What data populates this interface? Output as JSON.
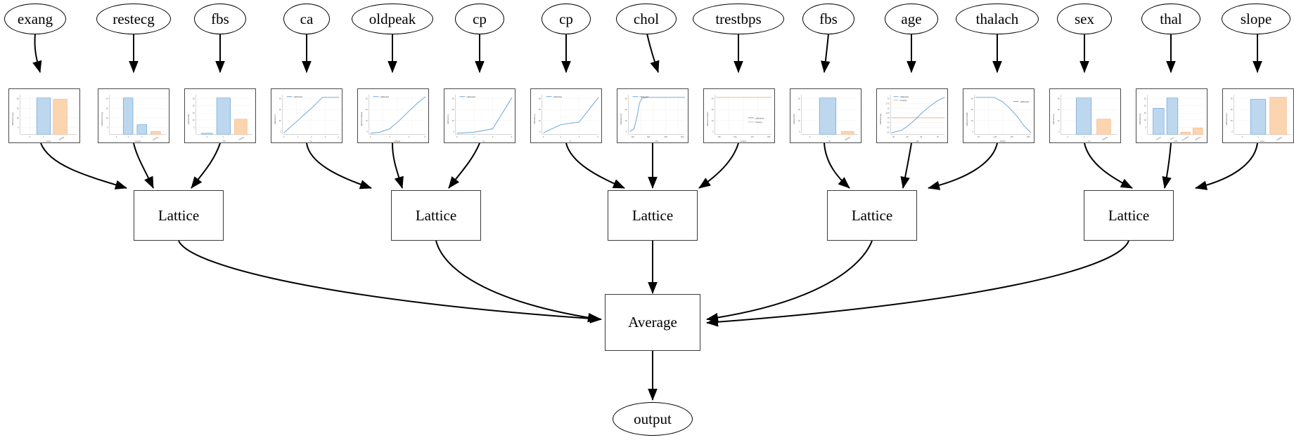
{
  "diagram": {
    "type": "calibrated-lattice-ensemble",
    "engine_style": "graphviz",
    "output_node": "output",
    "aggregator_label": "Average",
    "lattice_label": "Lattice"
  },
  "features": [
    {
      "name": "exang"
    },
    {
      "name": "restecg"
    },
    {
      "name": "fbs"
    },
    {
      "name": "ca"
    },
    {
      "name": "oldpeak"
    },
    {
      "name": "cp"
    },
    {
      "name": "cp"
    },
    {
      "name": "chol"
    },
    {
      "name": "trestbps"
    },
    {
      "name": "fbs"
    },
    {
      "name": "age"
    },
    {
      "name": "thalach"
    },
    {
      "name": "sex"
    },
    {
      "name": "thal"
    },
    {
      "name": "slope"
    }
  ],
  "lattices": [
    {
      "label": "Lattice",
      "inputs": [
        "exang",
        "restecg",
        "fbs"
      ]
    },
    {
      "label": "Lattice",
      "inputs": [
        "ca",
        "oldpeak",
        "cp"
      ]
    },
    {
      "label": "Lattice",
      "inputs": [
        "cp",
        "chol",
        "trestbps"
      ]
    },
    {
      "label": "Lattice",
      "inputs": [
        "fbs",
        "age",
        "thalach"
      ]
    },
    {
      "label": "Lattice",
      "inputs": [
        "sex",
        "thal",
        "slope"
      ]
    }
  ],
  "average": {
    "label": "Average"
  },
  "output": {
    "label": "output"
  },
  "colors": {
    "calibrated": "#6aa6d6",
    "missing": "#f5b183",
    "bar_fill_blue": "#bdd7ee",
    "bar_fill_orange": "#fbd5b0",
    "node_border": "#000000",
    "box_border": "#3a3a3a",
    "edge": "#000000",
    "background": "#ffffff"
  },
  "legend": {
    "calibrated": "calibrated",
    "missing": "missing"
  },
  "chart_data": [
    {
      "type": "bar",
      "feature": "exang",
      "xlabel": "exang",
      "ylabel": "calibrated exang",
      "categories": [
        "0",
        "1",
        "missing"
      ],
      "values": [
        0,
        30,
        29
      ],
      "ylim": [
        0,
        32
      ],
      "yticks": [
        0,
        10,
        20,
        30
      ],
      "grid": true,
      "legend": "none",
      "colors": [
        "#bdd7ee",
        "#bdd7ee",
        "#fbd5b0"
      ]
    },
    {
      "type": "bar",
      "feature": "restecg",
      "xlabel": "restecg",
      "ylabel": "calibrated restecg",
      "categories": [
        "0",
        "1",
        "2",
        "missing"
      ],
      "values": [
        0,
        30,
        8,
        2
      ],
      "ylim": [
        0,
        32
      ],
      "yticks": [
        0,
        10,
        20,
        30
      ],
      "grid": true,
      "legend": "none",
      "colors": [
        "#bdd7ee",
        "#bdd7ee",
        "#bdd7ee",
        "#fbd5b0"
      ]
    },
    {
      "type": "bar",
      "feature": "fbs",
      "xlabel": "fbs",
      "ylabel": "calibrated fbs",
      "categories": [
        "0",
        "1",
        "missing"
      ],
      "values": [
        0.6,
        27,
        11
      ],
      "ylim": [
        0,
        28
      ],
      "yticks": [
        0,
        5,
        10,
        15,
        20,
        25
      ],
      "grid": true,
      "legend": "none",
      "colors": [
        "#bdd7ee",
        "#bdd7ee",
        "#fbd5b0"
      ]
    },
    {
      "type": "line",
      "feature": "ca",
      "xlabel": "ca",
      "ylabel": "calibrated ca",
      "x": [
        0,
        1,
        2,
        3,
        4
      ],
      "y": [
        0,
        8,
        17,
        30,
        30
      ],
      "xlim": [
        0,
        4
      ],
      "ylim": [
        0,
        32
      ],
      "yticks": [
        0,
        10,
        20,
        30
      ],
      "grid": true,
      "legend": [
        "calibrated"
      ],
      "legend_pos": "upper left"
    },
    {
      "type": "line",
      "feature": "oldpeak",
      "xlabel": "oldpeak",
      "ylabel": "calibrated oldpeak",
      "x": [
        0,
        1,
        2,
        3,
        4,
        5,
        6
      ],
      "y": [
        0,
        1,
        3,
        10,
        19,
        27,
        31
      ],
      "xlim": [
        0,
        6
      ],
      "ylim": [
        0,
        32
      ],
      "yticks": [
        0,
        10,
        20,
        30
      ],
      "grid": true,
      "legend": [
        "calibrated"
      ],
      "legend_pos": "upper left"
    },
    {
      "type": "line",
      "feature": "cp",
      "xlabel": "cp",
      "ylabel": "calibrated cp",
      "x": [
        0,
        1,
        2,
        3
      ],
      "y": [
        0,
        1,
        4,
        30
      ],
      "xlim": [
        0,
        3
      ],
      "ylim": [
        0,
        32
      ],
      "yticks": [
        0,
        10,
        20,
        30
      ],
      "grid": true,
      "legend": [
        "calibrated"
      ],
      "legend_pos": "upper left"
    },
    {
      "type": "line",
      "feature": "cp",
      "xlabel": "cp",
      "ylabel": "calibrated cp",
      "x": [
        0,
        1,
        2,
        3
      ],
      "y": [
        0,
        8,
        10,
        30
      ],
      "xlim": [
        0,
        3
      ],
      "ylim": [
        0,
        32
      ],
      "yticks": [
        0,
        10,
        20,
        30
      ],
      "grid": true,
      "legend": [
        "calibrated"
      ],
      "legend_pos": "upper left"
    },
    {
      "type": "line",
      "feature": "chol",
      "xlabel": "chol",
      "ylabel": "calibrated chol",
      "x": [
        100,
        150,
        200,
        250,
        300,
        400,
        500,
        600
      ],
      "y": [
        0,
        4,
        26,
        30,
        31,
        31,
        31,
        31
      ],
      "xlim": [
        100,
        600
      ],
      "ylim": [
        0,
        32
      ],
      "yticks": [
        0,
        10,
        20,
        30
      ],
      "grid": true,
      "legend": [
        "calibrated"
      ],
      "legend_pos": "upper left"
    },
    {
      "type": "line",
      "feature": "trestbps",
      "xlabel": "trestbps",
      "ylabel": "calibrated trestbps",
      "series": [
        {
          "name": "calibrated",
          "x": [
            90,
            120,
            150,
            180,
            200
          ],
          "y": [
            31,
            31,
            31,
            31,
            31
          ],
          "color": "#f5b183"
        },
        {
          "name": "missing",
          "x": [
            90,
            200
          ],
          "y": [
            31,
            31
          ],
          "color": "#f5b183"
        }
      ],
      "xlim": [
        90,
        200
      ],
      "ylim": [
        0,
        32
      ],
      "yticks": [
        0,
        10,
        20,
        30
      ],
      "grid": true,
      "legend": [
        "calibrated",
        "missing"
      ],
      "legend_pos": "center right"
    },
    {
      "type": "bar",
      "feature": "fbs",
      "xlabel": "fbs",
      "ylabel": "calibrated fbs",
      "categories": [
        "0",
        "1",
        "missing"
      ],
      "values": [
        0,
        30,
        1.5
      ],
      "ylim": [
        0,
        32
      ],
      "yticks": [
        0,
        10,
        20,
        30
      ],
      "grid": true,
      "legend": "none",
      "colors": [
        "#bdd7ee",
        "#bdd7ee",
        "#fbd5b0"
      ]
    },
    {
      "type": "line",
      "feature": "age",
      "xlabel": "age",
      "ylabel": "calibrated age",
      "series": [
        {
          "name": "calibrated",
          "x": [
            30,
            40,
            45,
            50,
            55,
            60,
            70,
            77
          ],
          "y": [
            -2.5,
            -1.5,
            0,
            4,
            9,
            13,
            18,
            20
          ],
          "color": "#6aa6d6"
        },
        {
          "name": "missing",
          "x": [
            30,
            77
          ],
          "y": [
            10,
            10
          ],
          "color": "#f5b183"
        }
      ],
      "xlim": [
        30,
        77
      ],
      "ylim": [
        -2.5,
        20
      ],
      "yticks": [
        -2.5,
        0.0,
        2.5,
        5.0,
        7.5,
        10.0,
        12.5,
        15.0,
        17.5,
        20.0
      ],
      "grid": true,
      "legend": [
        "calibrated",
        "missing"
      ],
      "legend_pos": "upper left"
    },
    {
      "type": "line",
      "feature": "thalach",
      "xlabel": "thalach",
      "ylabel": "calibrated thalach",
      "x": [
        70,
        100,
        120,
        140,
        150,
        165,
        180,
        200
      ],
      "y": [
        31,
        31,
        31,
        28,
        24,
        16,
        7,
        0
      ],
      "xlim": [
        70,
        200
      ],
      "ylim": [
        0,
        32
      ],
      "yticks": [
        0,
        10,
        20,
        30
      ],
      "grid": true,
      "legend": [
        "calibrated"
      ],
      "legend_pos": "center right"
    },
    {
      "type": "bar",
      "feature": "sex",
      "xlabel": "sex",
      "ylabel": "calibrated sex",
      "categories": [
        "0",
        "1",
        "missing"
      ],
      "values": [
        0,
        30,
        11
      ],
      "ylim": [
        0,
        32
      ],
      "yticks": [
        0,
        10,
        20,
        30
      ],
      "grid": true,
      "legend": "none",
      "colors": [
        "#bdd7ee",
        "#bdd7ee",
        "#fbd5b0"
      ]
    },
    {
      "type": "bar",
      "feature": "thal",
      "xlabel": "thal",
      "ylabel": "calibrated thal",
      "categories": [
        "normal",
        "fixed",
        "reversible",
        "missing"
      ],
      "values": [
        18,
        25,
        1,
        4
      ],
      "ylim": [
        0,
        28
      ],
      "yticks": [
        0,
        5,
        10,
        15,
        20,
        25
      ],
      "grid": true,
      "legend": "none",
      "colors": [
        "#bdd7ee",
        "#bdd7ee",
        "#fbd5b0",
        "#fbd5b0"
      ]
    },
    {
      "type": "bar",
      "feature": "slope",
      "xlabel": "slope",
      "ylabel": "calibrated slope",
      "categories": [
        "0",
        "1",
        "missing"
      ],
      "values": [
        0,
        29,
        31
      ],
      "ylim": [
        0,
        32
      ],
      "yticks": [
        0,
        10,
        20,
        30
      ],
      "grid": true,
      "legend": "none",
      "colors": [
        "#bdd7ee",
        "#bdd7ee",
        "#fbd5b0"
      ]
    }
  ]
}
